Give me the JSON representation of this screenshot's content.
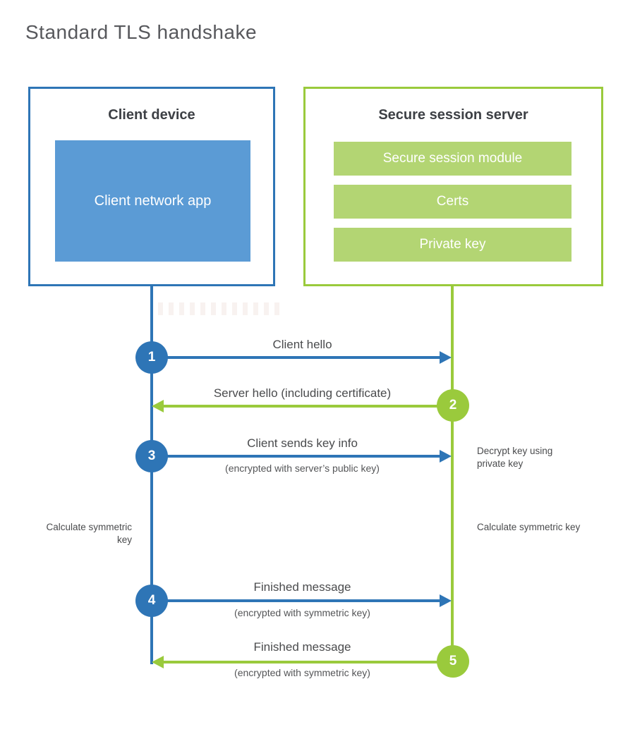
{
  "title": "Standard TLS handshake",
  "colors": {
    "blue": "#2e75b6",
    "blue_fill": "#5b9bd5",
    "green": "#9aca3c",
    "green_fill": "#b3d573",
    "heading_text": "#3d4045",
    "label_text": "#4a4b4d"
  },
  "client": {
    "heading": "Client device",
    "app_label": "Client network app"
  },
  "server": {
    "heading": "Secure session server",
    "modules": [
      "Secure session module",
      "Certs",
      "Private key"
    ]
  },
  "steps": [
    {
      "num": "1",
      "label": "Client hello",
      "sub": "",
      "direction": "client-to-server"
    },
    {
      "num": "2",
      "label": "Server hello (including certificate)",
      "sub": "",
      "direction": "server-to-client"
    },
    {
      "num": "3",
      "label": "Client sends key info",
      "sub": "(encrypted with server’s public key)",
      "direction": "client-to-server"
    },
    {
      "num": "4",
      "label": "Finished message",
      "sub": "(encrypted with symmetric key)",
      "direction": "client-to-server"
    },
    {
      "num": "5",
      "label": "Finished message",
      "sub": "(encrypted with symmetric key)",
      "direction": "server-to-client"
    }
  ],
  "annotations": {
    "decrypt": "Decrypt key using private key",
    "calculate_left": "Calculate symmetric key",
    "calculate_right": "Calculate symmetric key"
  }
}
